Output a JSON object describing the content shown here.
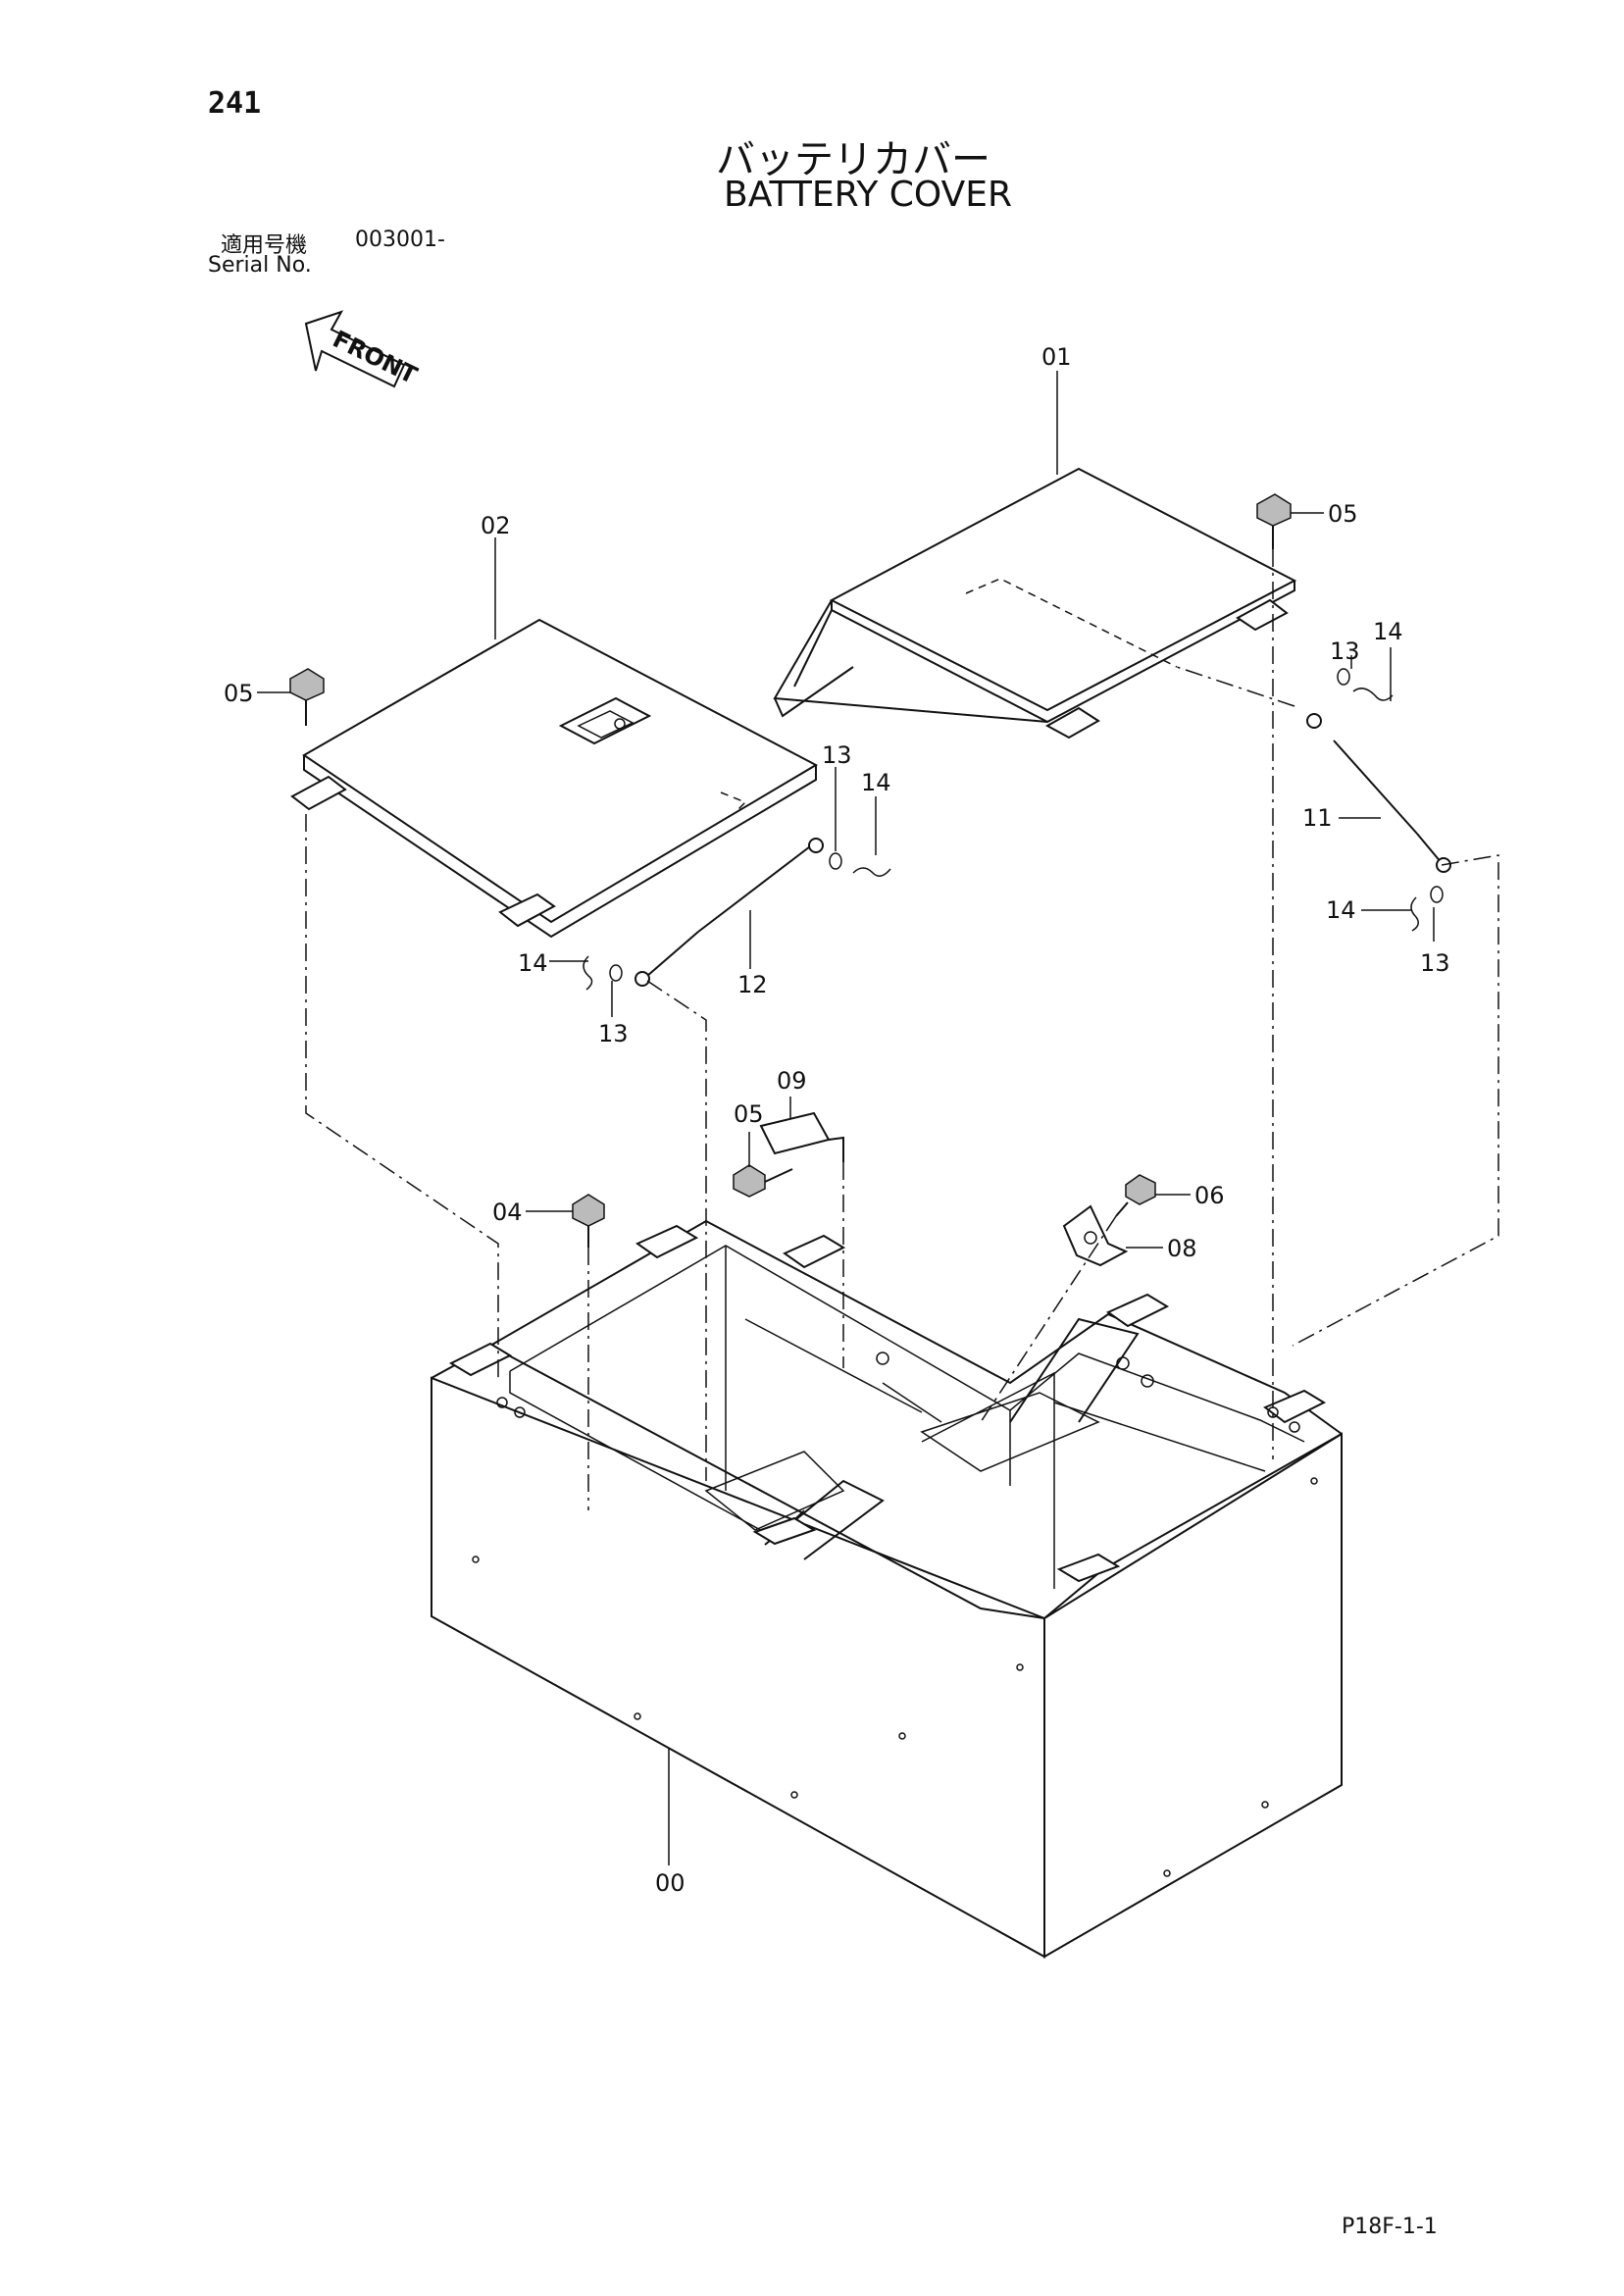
{
  "header": {
    "page_number": "241",
    "title_jp": "バッテリカバー",
    "title_en": "BATTERY COVER",
    "serial_label_jp": "適用号機",
    "serial_value": "003001-",
    "serial_label_en": "Serial No."
  },
  "orientation": {
    "label": "FRONT"
  },
  "callouts": {
    "c00": "00",
    "c01": "01",
    "c02": "02",
    "c04": "04",
    "c05a": "05",
    "c05b": "05",
    "c05c": "05",
    "c06": "06",
    "c08": "08",
    "c09": "09",
    "c11": "11",
    "c12": "12",
    "c13a": "13",
    "c13b": "13",
    "c13c": "13",
    "c13d": "13",
    "c14a": "14",
    "c14b": "14",
    "c14c": "14",
    "c14d": "14"
  },
  "footer": {
    "page_code": "P18F-1-1"
  }
}
